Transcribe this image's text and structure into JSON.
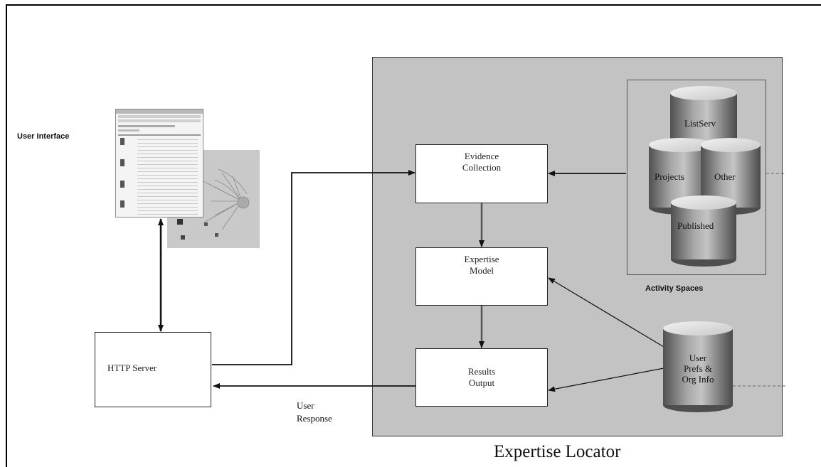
{
  "labels": {
    "user_interface": "User Interface",
    "http_server": "HTTP Server",
    "user_response_line1": "User",
    "user_response_line2": "Response",
    "activity_spaces": "Activity Spaces",
    "expertise_locator": "Expertise Locator"
  },
  "boxes": {
    "evidence_line1": "Evidence",
    "evidence_line2": "Collection",
    "expertise_line1": "Expertise",
    "expertise_line2": "Model",
    "results_line1": "Results",
    "results_line2": "Output"
  },
  "databases": {
    "listserv": "ListServ",
    "projects": "Projects",
    "other": "Other",
    "published": "Published",
    "user_line1": "User",
    "user_line2": "Prefs &",
    "user_line3": "Org Info"
  }
}
